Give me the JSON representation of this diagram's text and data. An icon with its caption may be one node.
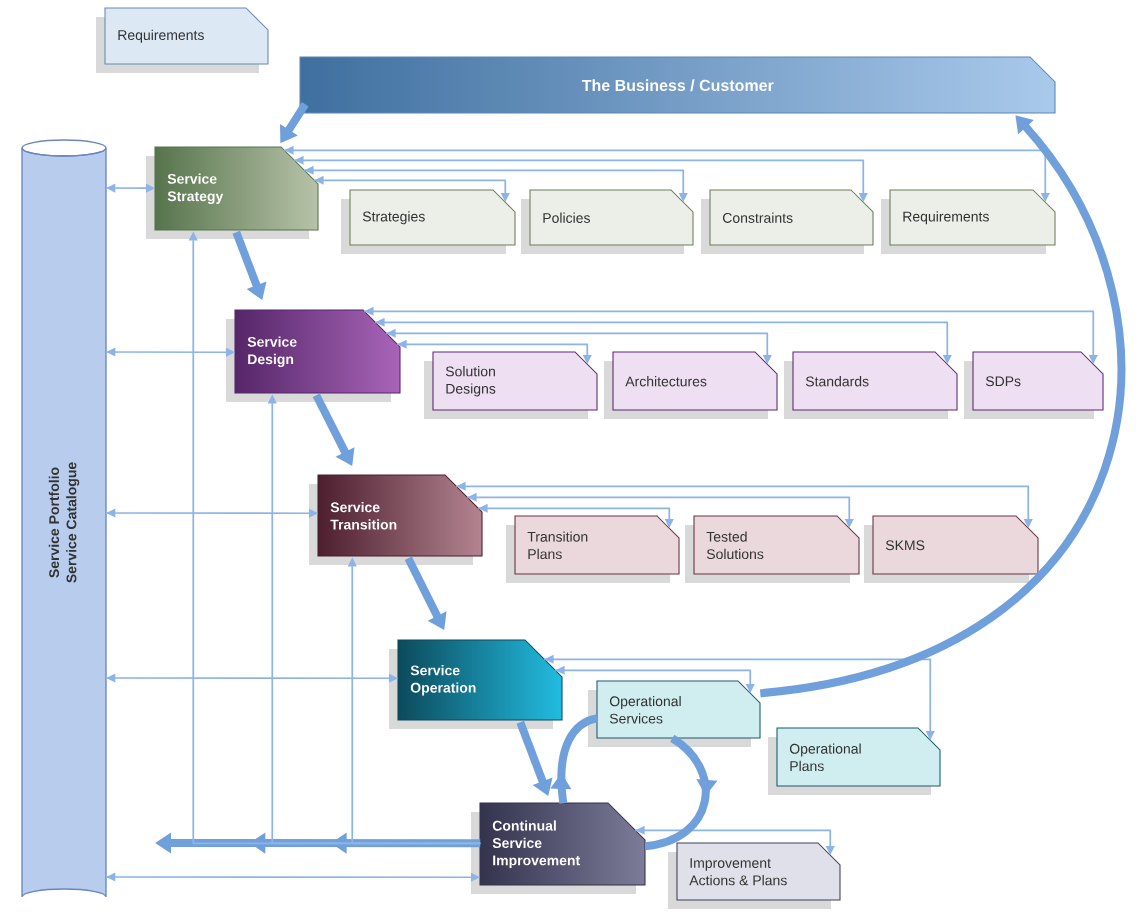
{
  "diagram": {
    "nodes": [
      {
        "text": [
          "Requirements"
        ]
      },
      {
        "text": [
          "The Business / Customer"
        ]
      },
      {
        "text": [
          "Service Portfolio Service Catalogue"
        ]
      },
      {
        "text": [
          "Service Strategy"
        ]
      },
      {
        "text": [
          "Strategies"
        ]
      },
      {
        "text": [
          "Policies"
        ]
      },
      {
        "text": [
          "Constraints"
        ]
      },
      {
        "text": [
          "Requirements"
        ]
      },
      {
        "text": [
          "Service Design"
        ]
      },
      {
        "text": [
          "Solution Designs"
        ]
      },
      {
        "text": [
          "Architectures"
        ]
      },
      {
        "text": [
          "Standards"
        ]
      },
      {
        "text": [
          "SDPs"
        ]
      },
      {
        "text": [
          "Service Transition"
        ]
      },
      {
        "text": [
          "Transition Plans"
        ]
      },
      {
        "text": [
          "Tested Solutions"
        ]
      },
      {
        "text": [
          "SKMS"
        ]
      },
      {
        "text": [
          "Service Operation"
        ]
      },
      {
        "text": [
          "Operational Services"
        ]
      },
      {
        "text": [
          "Operational Plans"
        ]
      },
      {
        "text": [
          "Continual Service Improvement"
        ]
      },
      {
        "text": [
          "Improvement Actions & Plans"
        ]
      }
    ],
    "edges": [
      {
        "from": 1,
        "to": 3,
        "arrow": "to",
        "style": "thick"
      },
      {
        "from": 3,
        "to": 4,
        "arrow": "both"
      },
      {
        "from": 3,
        "to": 5,
        "arrow": "both"
      },
      {
        "from": 3,
        "to": 6,
        "arrow": "both"
      },
      {
        "from": 3,
        "to": 7,
        "arrow": "both"
      },
      {
        "from": 3,
        "to": 8,
        "arrow": "to",
        "style": "thick"
      },
      {
        "from": 8,
        "to": 13,
        "arrow": "to",
        "style": "thick"
      },
      {
        "from": 13,
        "to": 17,
        "arrow": "to",
        "style": "thick"
      },
      {
        "from": 17,
        "to": 20,
        "arrow": "to",
        "style": "thick"
      },
      {
        "from": 2,
        "to": 3,
        "arrow": "both"
      },
      {
        "from": 2,
        "to": 8,
        "arrow": "both"
      },
      {
        "from": 2,
        "to": 13,
        "arrow": "both"
      },
      {
        "from": 2,
        "to": 17,
        "arrow": "both"
      },
      {
        "from": 2,
        "to": 20,
        "arrow": "both"
      },
      {
        "from": 8,
        "to": 9,
        "arrow": "both"
      },
      {
        "from": 8,
        "to": 10,
        "arrow": "both"
      },
      {
        "from": 8,
        "to": 11,
        "arrow": "both"
      },
      {
        "from": 8,
        "to": 12,
        "arrow": "both"
      },
      {
        "from": 13,
        "to": 14,
        "arrow": "both"
      },
      {
        "from": 13,
        "to": 15,
        "arrow": "both"
      },
      {
        "from": 13,
        "to": 16,
        "arrow": "both"
      },
      {
        "from": 17,
        "to": 18,
        "arrow": "both"
      },
      {
        "from": 17,
        "to": 19,
        "arrow": "both"
      },
      {
        "from": 20,
        "to": 21,
        "arrow": "both"
      },
      {
        "from": 18,
        "to": 1,
        "arrow": "to",
        "style": "thick"
      },
      {
        "from": 18,
        "to": 20,
        "arrow": "to",
        "style": "thick"
      },
      {
        "from": 20,
        "to": 18,
        "arrow": "to",
        "style": "thick"
      },
      {
        "from": 20,
        "to": null,
        "arrow": "to",
        "style": "thick"
      },
      {
        "from": 20,
        "to": 3,
        "arrow": "to"
      },
      {
        "from": 20,
        "to": 8,
        "arrow": "to"
      },
      {
        "from": 20,
        "to": 13,
        "arrow": "to"
      }
    ]
  }
}
